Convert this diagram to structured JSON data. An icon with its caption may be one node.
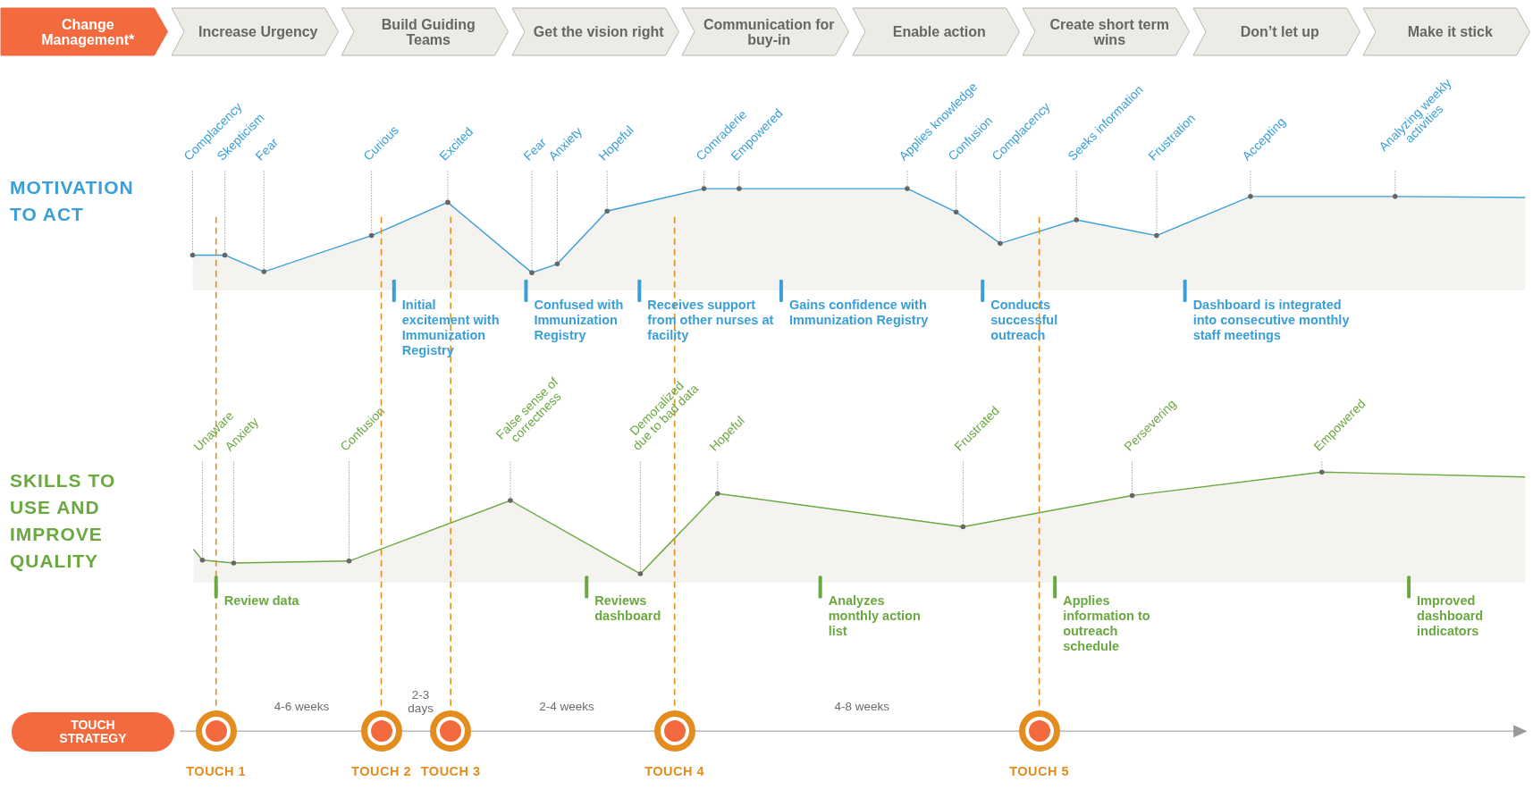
{
  "diagram": {
    "nodes": [
      {
        "text": [
          "Change Management*"
        ]
      },
      {
        "text": [
          "Increase Urgency"
        ]
      },
      {
        "text": [
          "Build Guiding Teams"
        ]
      },
      {
        "text": [
          "Get the vision right"
        ]
      },
      {
        "text": [
          "Communication for buy-in"
        ]
      },
      {
        "text": [
          "Enable action"
        ]
      },
      {
        "text": [
          "Create short term wins"
        ]
      },
      {
        "text": [
          "Don’t let up"
        ]
      },
      {
        "text": [
          "Make it stick"
        ]
      },
      {
        "text": [
          "TOUCH STRATEGY"
        ]
      },
      {
        "text": [
          "TOUCH 1"
        ]
      },
      {
        "text": [
          "TOUCH 2"
        ]
      },
      {
        "text": [
          "TOUCH 3"
        ]
      },
      {
        "text": [
          "TOUCH 4"
        ]
      },
      {
        "text": [
          "TOUCH 5"
        ]
      },
      {
        "text": [
          "Complacency"
        ]
      },
      {
        "text": [
          "Skepticism"
        ]
      },
      {
        "text": [
          "Fear"
        ]
      },
      {
        "text": [
          "Curious"
        ]
      },
      {
        "text": [
          "Excited"
        ]
      },
      {
        "text": [
          "Fear"
        ]
      },
      {
        "text": [
          "Anxiety"
        ]
      },
      {
        "text": [
          "Hopeful"
        ]
      },
      {
        "text": [
          "Comraderie"
        ]
      },
      {
        "text": [
          "Empowered"
        ]
      },
      {
        "text": [
          "Applies knowledge"
        ]
      },
      {
        "text": [
          "Confusion"
        ]
      },
      {
        "text": [
          "Complacency"
        ]
      },
      {
        "text": [
          "Seeks information"
        ]
      },
      {
        "text": [
          "Frustration"
        ]
      },
      {
        "text": [
          "Accepting"
        ]
      },
      {
        "text": [
          "Analyzing weekly activities"
        ]
      },
      {
        "text": [
          "Unaware"
        ]
      },
      {
        "text": [
          "Anxiety"
        ]
      },
      {
        "text": [
          "Confusion"
        ]
      },
      {
        "text": [
          "False sense of correctness"
        ]
      },
      {
        "text": [
          "Demoralized due to bad data"
        ]
      },
      {
        "text": [
          "Hopeful"
        ]
      },
      {
        "text": [
          "Frustrated"
        ]
      },
      {
        "text": [
          "Persevering"
        ]
      },
      {
        "text": [
          "Empowered"
        ]
      },
      {
        "text": [],
        "shape": "circle"
      },
      {
        "text": [],
        "shape": "circle"
      },
      {
        "text": [],
        "shape": "circle"
      },
      {
        "text": [],
        "shape": "circle"
      },
      {
        "text": [],
        "shape": "circle"
      },
      {
        "text": [],
        "shape": "circle"
      },
      {
        "text": [],
        "shape": "circle"
      },
      {
        "text": [],
        "shape": "circle"
      },
      {
        "text": [],
        "shape": "circle"
      },
      {
        "text": [],
        "shape": "circle"
      },
      {
        "text": [],
        "shape": "circle"
      },
      {
        "text": [],
        "shape": "circle"
      },
      {
        "text": [],
        "shape": "circle"
      },
      {
        "text": [],
        "shape": "circle"
      },
      {
        "text": [],
        "shape": "circle"
      },
      {
        "text": [],
        "shape": "circle"
      },
      {
        "text": [],
        "shape": "circle"
      },
      {
        "text": [],
        "shape": "circle"
      },
      {
        "text": [],
        "shape": "circle"
      },
      {
        "text": [],
        "shape": "circle"
      },
      {
        "text": [],
        "shape": "circle"
      },
      {
        "text": [],
        "shape": "circle"
      },
      {
        "text": [],
        "shape": "circle"
      },
      {
        "text": [],
        "shape": "circle"
      },
      {
        "text": [],
        "shape": "circle"
      },
      {
        "text": [],
        "shape": "circle"
      }
    ],
    "edges": [
      {
        "from": 15,
        "to": 41,
        "arrow": "none",
        "style": "dashed"
      },
      {
        "from": 16,
        "to": 42,
        "arrow": "none",
        "style": "dashed"
      },
      {
        "from": 17,
        "to": 43,
        "arrow": "none",
        "style": "dashed"
      },
      {
        "from": 18,
        "to": 44,
        "arrow": "none",
        "style": "dashed"
      },
      {
        "from": 19,
        "to": 45,
        "arrow": "none",
        "style": "dashed"
      },
      {
        "from": 20,
        "to": 46,
        "arrow": "none",
        "style": "dashed"
      },
      {
        "from": 21,
        "to": 47,
        "arrow": "none",
        "style": "dashed"
      },
      {
        "from": 22,
        "to": 48,
        "arrow": "none",
        "style": "dashed"
      },
      {
        "from": 23,
        "to": 49,
        "arrow": "none",
        "style": "dashed"
      },
      {
        "from": 24,
        "to": 50,
        "arrow": "none",
        "style": "dashed"
      },
      {
        "from": 25,
        "to": 51,
        "arrow": "none",
        "style": "dashed"
      },
      {
        "from": 26,
        "to": 52,
        "arrow": "none",
        "style": "dashed"
      },
      {
        "from": 27,
        "to": 53,
        "arrow": "none",
        "style": "dashed"
      },
      {
        "from": 28,
        "to": 54,
        "arrow": "none",
        "style": "dashed"
      },
      {
        "from": 29,
        "to": 55,
        "arrow": "none",
        "style": "dashed"
      },
      {
        "from": 30,
        "to": 56,
        "arrow": "none",
        "style": "dashed"
      },
      {
        "from": 31,
        "to": 57,
        "arrow": "none",
        "style": "dashed"
      },
      {
        "from": 32,
        "to": 58,
        "arrow": "none",
        "style": "dashed"
      },
      {
        "from": 33,
        "to": 59,
        "arrow": "none",
        "style": "dashed"
      },
      {
        "from": 34,
        "to": 60,
        "arrow": "none",
        "style": "dashed"
      },
      {
        "from": 35,
        "to": 61,
        "arrow": "none",
        "style": "dashed"
      },
      {
        "from": 36,
        "to": 62,
        "arrow": "none",
        "style": "dashed"
      },
      {
        "from": 37,
        "to": 63,
        "arrow": "none",
        "style": "dashed"
      },
      {
        "from": 38,
        "to": 64,
        "arrow": "none",
        "style": "dashed"
      },
      {
        "from": 39,
        "to": 65,
        "arrow": "none",
        "style": "dashed"
      },
      {
        "from": 40,
        "to": 66,
        "arrow": "none",
        "style": "dashed"
      }
    ],
    "labels": [
      "MOTIVATION TO ACT",
      "Initial excitement with Immunization Registry",
      "Confused with Immunization Registry",
      "Receives support from other nurses at facility",
      "Gains confidence with Immunization Registry",
      "Conducts successful outreach",
      "Dashboard is integrated into consecutive monthly staff meetings",
      "SKILLS TO USE AND IMPROVE QUALITY",
      "Review data",
      "Reviews dashboard",
      "Analyzes monthly action list",
      "Applies information to outreach schedule",
      "Improved dashboard indicators",
      "4-6 weeks",
      "2-3 days",
      "2-4 weeks",
      "4-8 weeks"
    ]
  }
}
